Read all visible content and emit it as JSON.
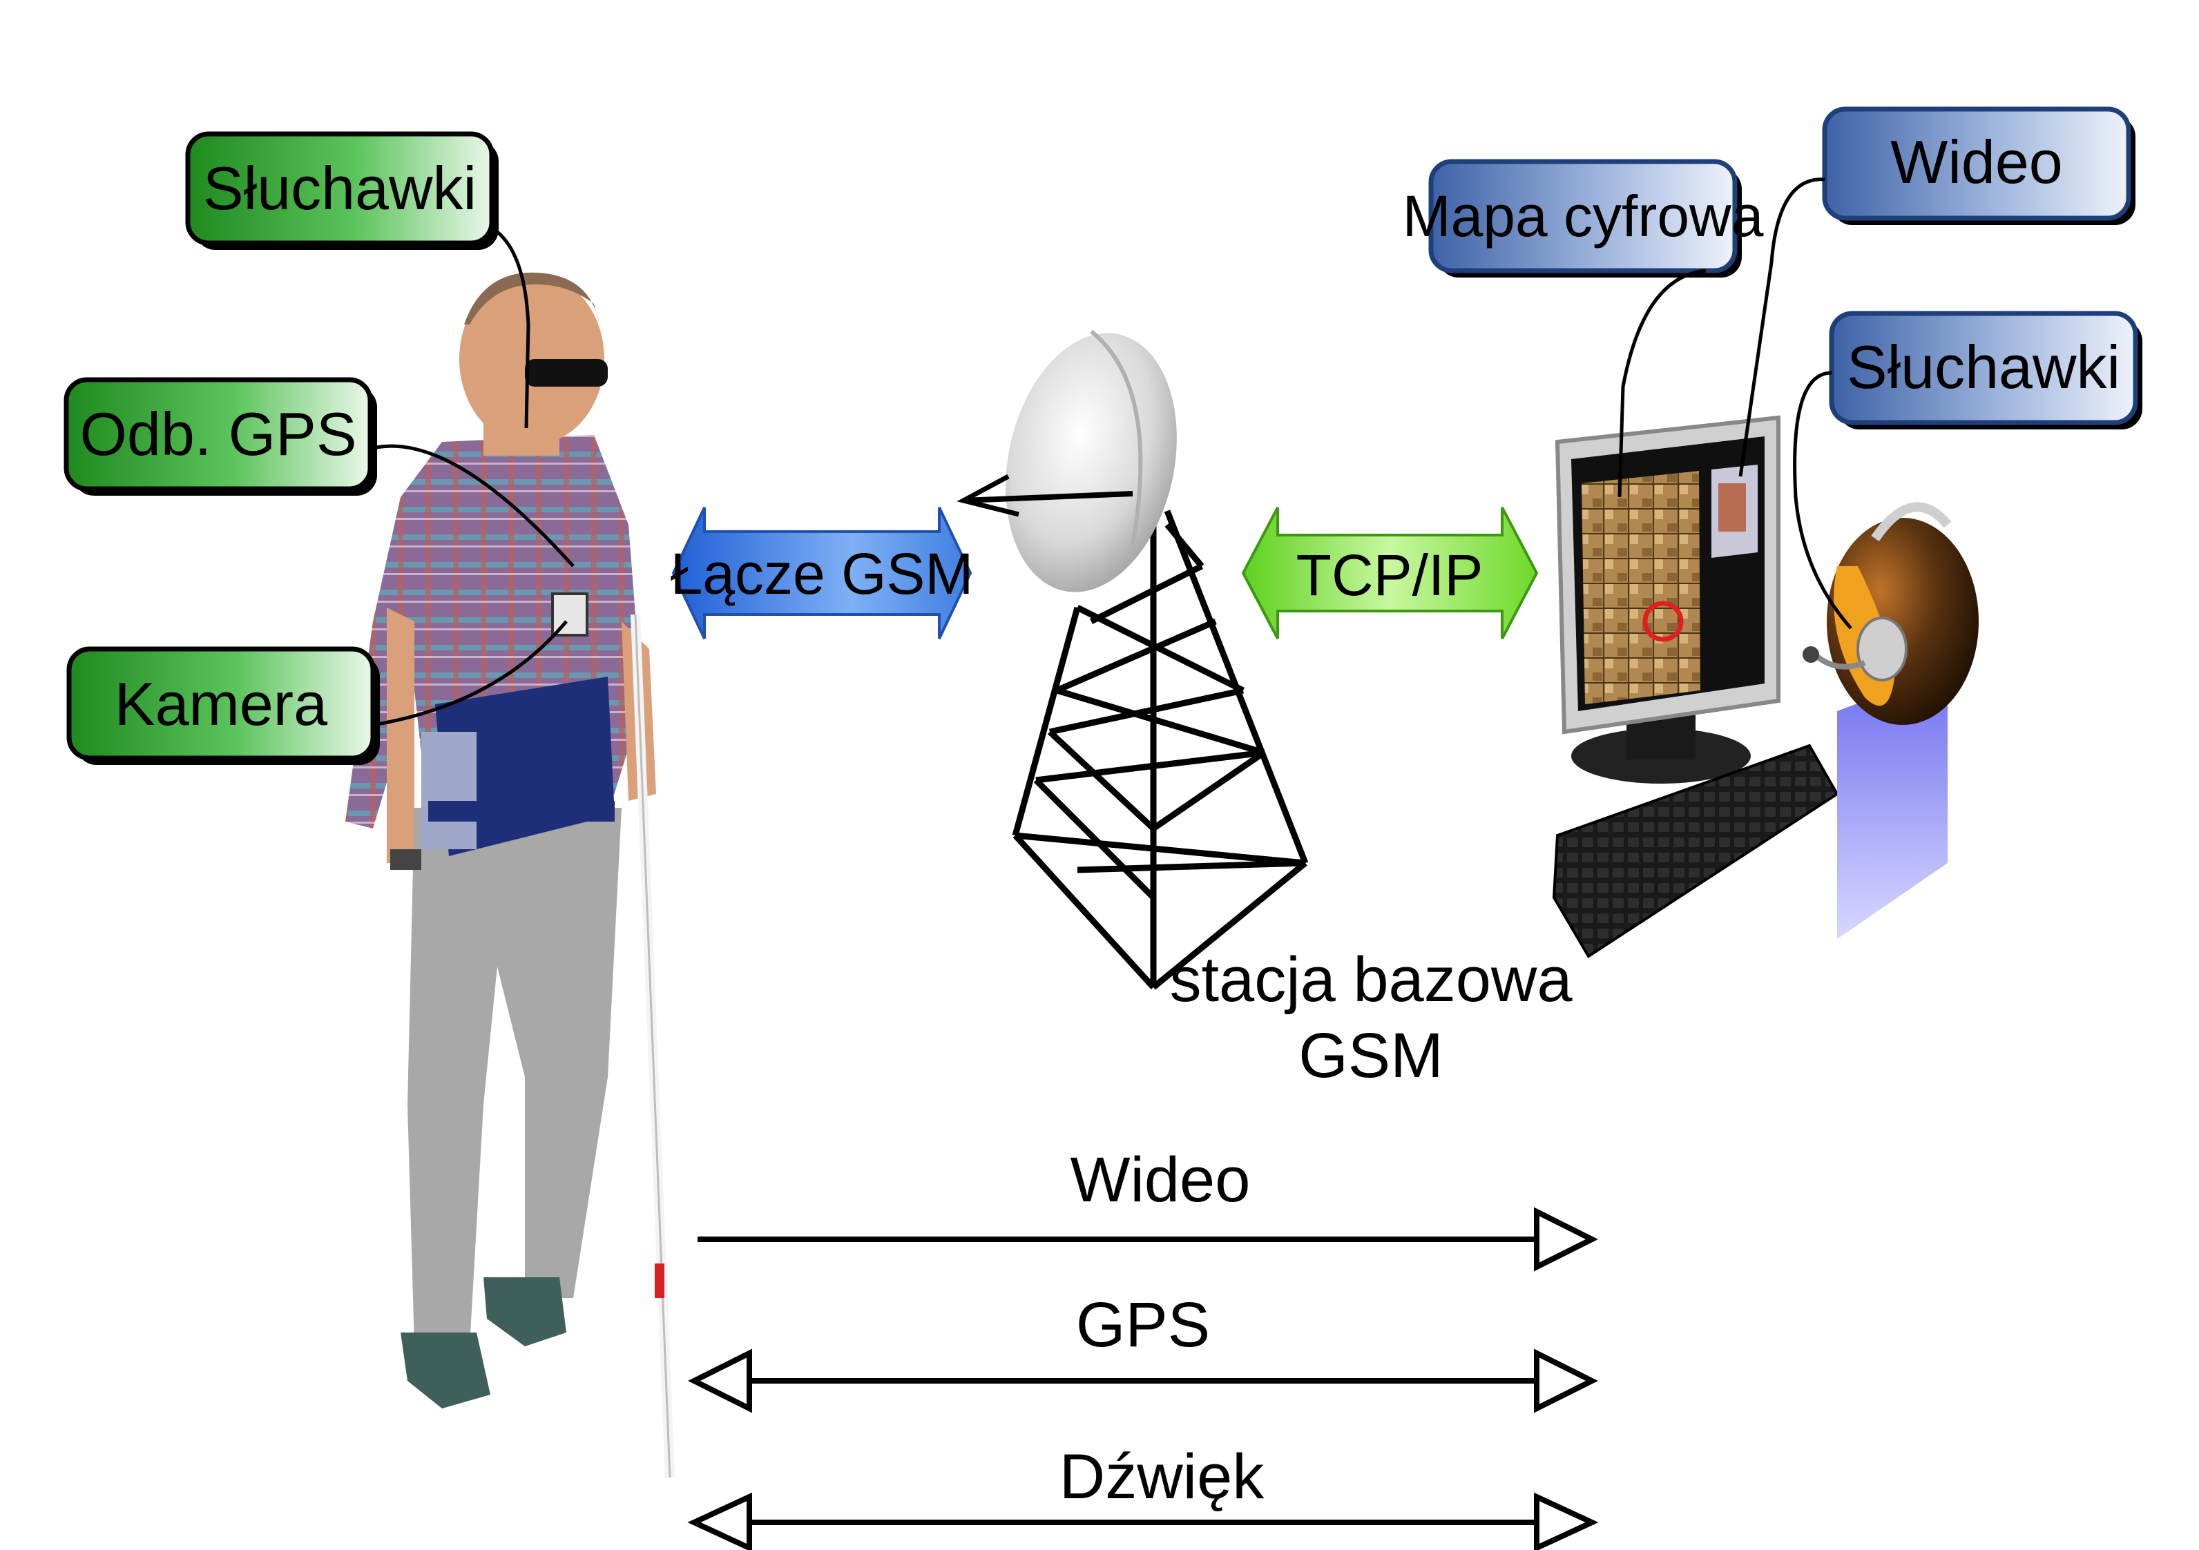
{
  "left_labels": {
    "headphones": "Słuchawki",
    "gps_receiver": "Odb. GPS",
    "camera": "Kamera"
  },
  "right_labels": {
    "digital_map": "Mapa cyfrowa",
    "video": "Wideo",
    "headphones": "Słuchawki"
  },
  "links": {
    "gsm_link": "Łącze GSM",
    "tcp_ip": "TCP/IP"
  },
  "base_station": {
    "line1": "stacja bazowa",
    "line2": "GSM"
  },
  "streams": {
    "video": "Wideo",
    "gps": "GPS",
    "sound": "Dźwięk"
  },
  "colors": {
    "green_label": "#2f9e2f",
    "blue_label": "#5f7fb5",
    "gsm_arrow": "#3f7fe0",
    "tcp_arrow": "#7fe03a",
    "stroke": "#000000"
  }
}
